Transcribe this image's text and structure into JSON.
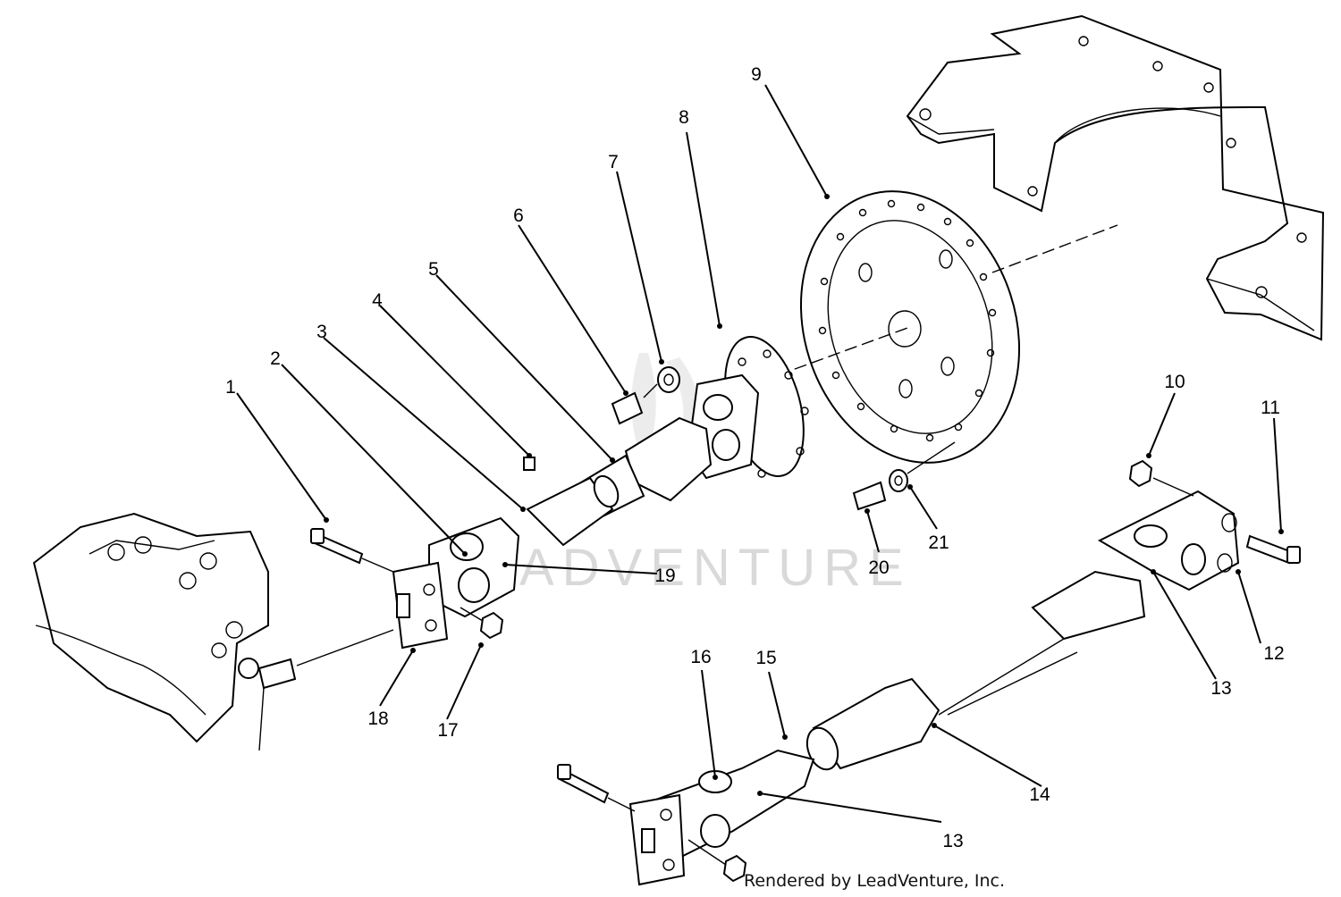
{
  "watermark": "LEADVENTURE",
  "credit": "Rendered by LeadVenture, Inc.",
  "callouts": [
    "1",
    "2",
    "3",
    "4",
    "5",
    "6",
    "7",
    "8",
    "9",
    "10",
    "11",
    "12",
    "13",
    "13",
    "14",
    "15",
    "16",
    "17",
    "18",
    "19",
    "20",
    "21"
  ]
}
